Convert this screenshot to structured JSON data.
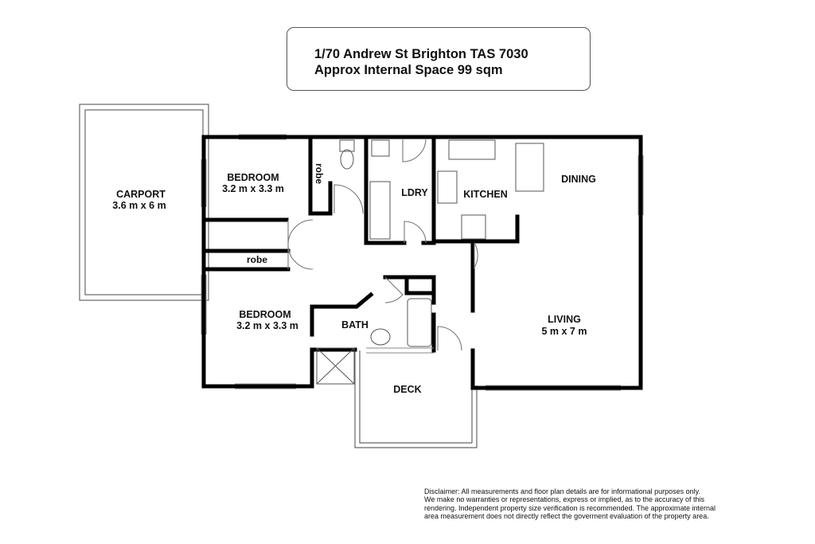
{
  "header": {
    "address": "1/70 Andrew St Brighton TAS 7030",
    "area": "Approx Internal Space 99 sqm"
  },
  "rooms": {
    "carport": {
      "name": "CARPORT",
      "dims": "3.6 m x 6 m"
    },
    "bedroom1": {
      "name": "BEDROOM",
      "dims": "3.2 m x 3.3 m"
    },
    "robe1": {
      "name": "robe"
    },
    "bedroom2": {
      "name": "BEDROOM",
      "dims": "3.2 m x 3.3 m"
    },
    "robe2": {
      "name": "robe"
    },
    "laundry": {
      "name": "LDRY"
    },
    "kitchen": {
      "name": "KITCHEN"
    },
    "dining": {
      "name": "DINING"
    },
    "living": {
      "name": "LIVING",
      "dims": "5 m x 7 m"
    },
    "bath": {
      "name": "BATH"
    },
    "deck": {
      "name": "DECK"
    }
  },
  "disclaimer": [
    "Disclaimer: All measurements and floor plan details are for informational purposes only.",
    "We  make no warranties or representations, express or implied, as to the accuracy of this",
    "rendering. Independent property size verification is recommended. The approximate internal",
    "area measurement does not directly reflect the goverment evaluation of the property area."
  ]
}
